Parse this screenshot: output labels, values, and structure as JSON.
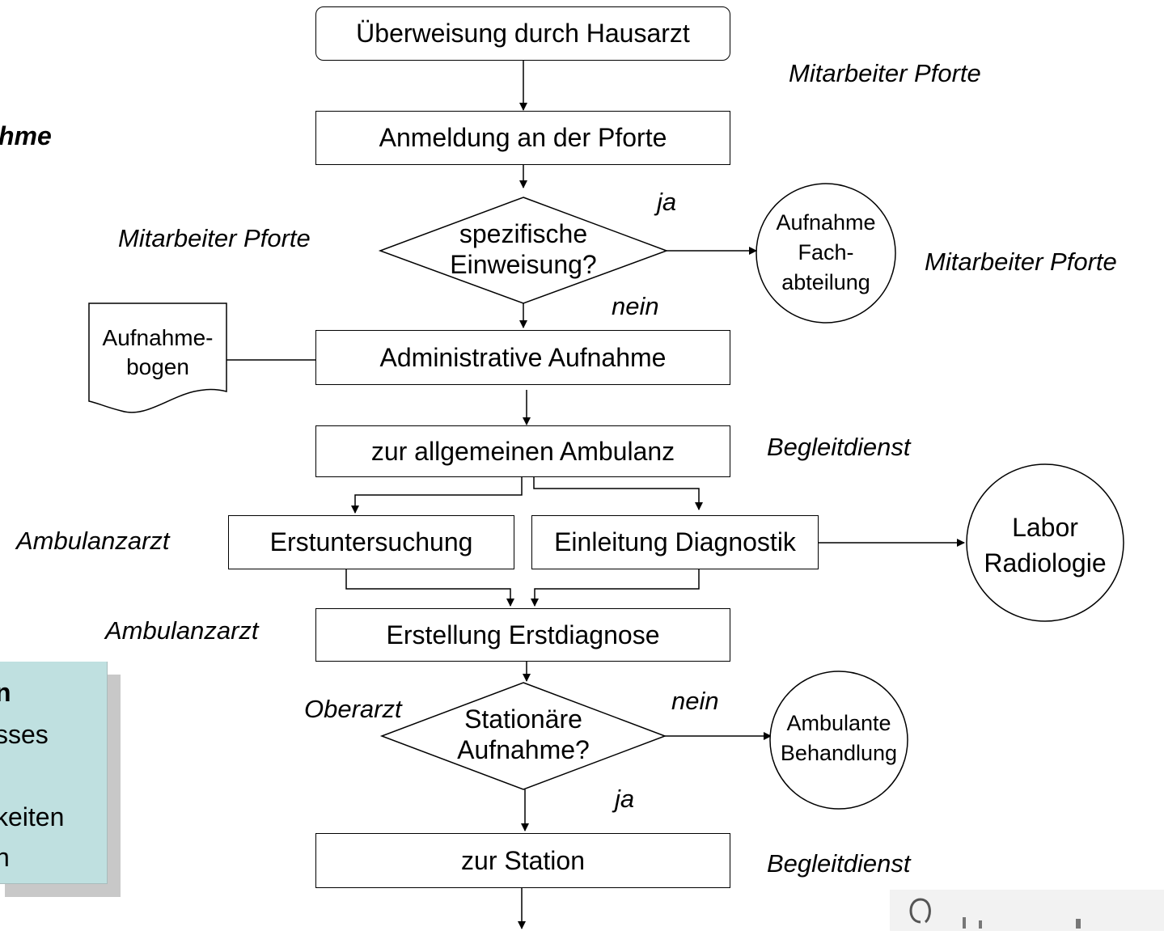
{
  "boxes": {
    "ueberweisung": "Überweisung durch Hausarzt",
    "anmeldung": "Anmeldung an der Pforte",
    "administrative": "Administrative Aufnahme",
    "ambulanz": "zur allgemeinen Ambulanz",
    "erstuntersuchung": "Erstuntersuchung",
    "diagnostik": "Einleitung Diagnostik",
    "erstdiagnose": "Erstellung Erstdiagnose",
    "station": "zur Station"
  },
  "decisions": {
    "einweisung": [
      "spezifische",
      "Einweisung?"
    ],
    "stationaer": [
      "Stationäre",
      "Aufnahme?"
    ]
  },
  "circles": {
    "fachabteilung": [
      "Aufnahme",
      "Fach-",
      "abteilung"
    ],
    "labor": [
      "Labor",
      "Radiologie"
    ],
    "ambulante": [
      "Ambulante",
      "Behandlung"
    ]
  },
  "document": [
    "Aufnahme-",
    "bogen"
  ],
  "edge_labels": {
    "ja1": "ja",
    "nein1": "nein",
    "nein2": "nein",
    "ja2": "ja"
  },
  "roles": {
    "mitarbeiter_pforte_1": "Mitarbeiter Pforte",
    "mitarbeiter_pforte_2": "Mitarbeiter Pforte",
    "mitarbeiter_pforte_3": "Mitarbeiter Pforte",
    "begleitdienst_1": "Begleitdienst",
    "ambulanzarzt_1": "Ambulanzarzt",
    "ambulanzarzt_2": "Ambulanzarzt",
    "oberarzt": "Oberarzt",
    "begleitdienst_2": "Begleitdienst"
  },
  "partial_title": "hme",
  "note_lines": [
    "n",
    "sses",
    "",
    "keiten",
    "n"
  ],
  "logo_text": "Q"
}
